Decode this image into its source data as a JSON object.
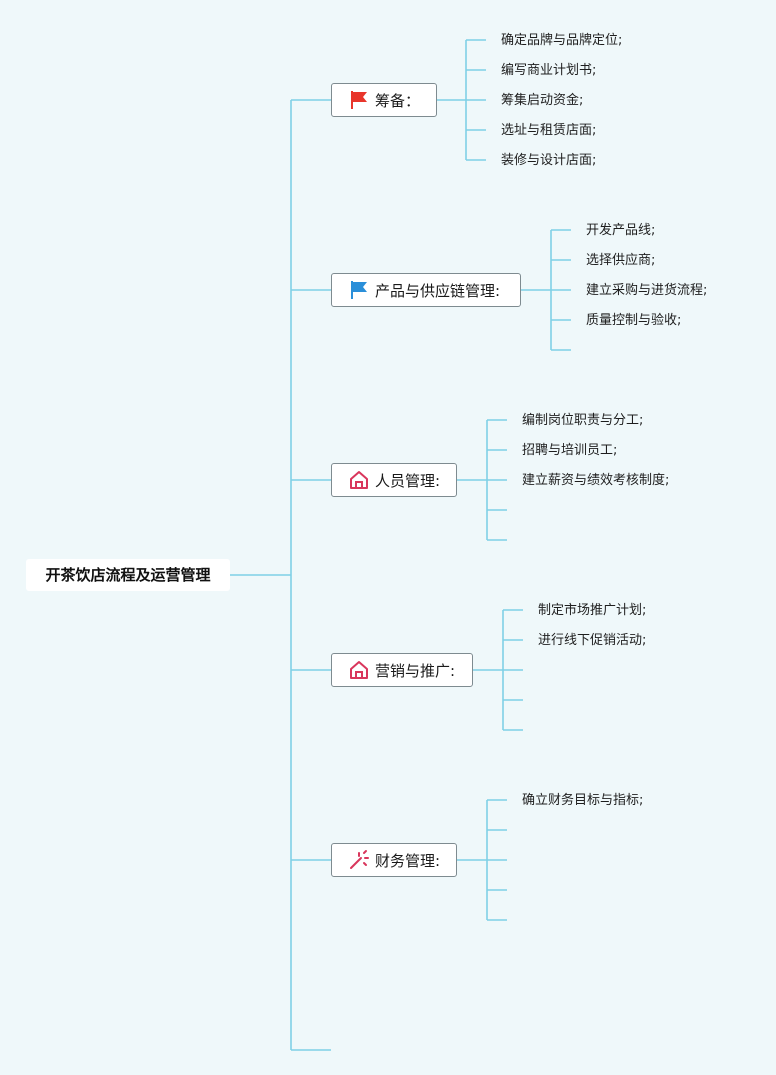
{
  "root": {
    "title": "开茶饮店流程及运营管理"
  },
  "branches": [
    {
      "label": "筹备：",
      "icon": "red-flag-icon",
      "color": "#e8352b",
      "leaves": [
        "确定品牌与品牌定位;",
        "编写商业计划书;",
        "筹集启动资金;",
        "选址与租赁店面;",
        "装修与设计店面;"
      ]
    },
    {
      "label": "产品与供应链管理:",
      "icon": "blue-flag-icon",
      "color": "#2a8fd9",
      "leaves": [
        "开发产品线;",
        "选择供应商;",
        "建立采购与进货流程;",
        "质量控制与验收;",
        ""
      ]
    },
    {
      "label": "人员管理:",
      "icon": "house-icon",
      "color": "#d9365c",
      "leaves": [
        "编制岗位职责与分工;",
        "招聘与培训员工;",
        "建立薪资与绩效考核制度;",
        "",
        ""
      ]
    },
    {
      "label": "营销与推广:",
      "icon": "house-icon",
      "color": "#d9365c",
      "leaves": [
        "制定市场推广计划;",
        "进行线下促销活动;",
        "",
        "",
        ""
      ]
    },
    {
      "label": "财务管理:",
      "icon": "sparkle-wand-icon",
      "color": "#d9365c",
      "leaves": [
        "确立财务目标与指标;",
        "",
        "",
        "",
        ""
      ]
    }
  ],
  "colors": {
    "line": "#7fd0e6",
    "background": "#eff8fa"
  }
}
